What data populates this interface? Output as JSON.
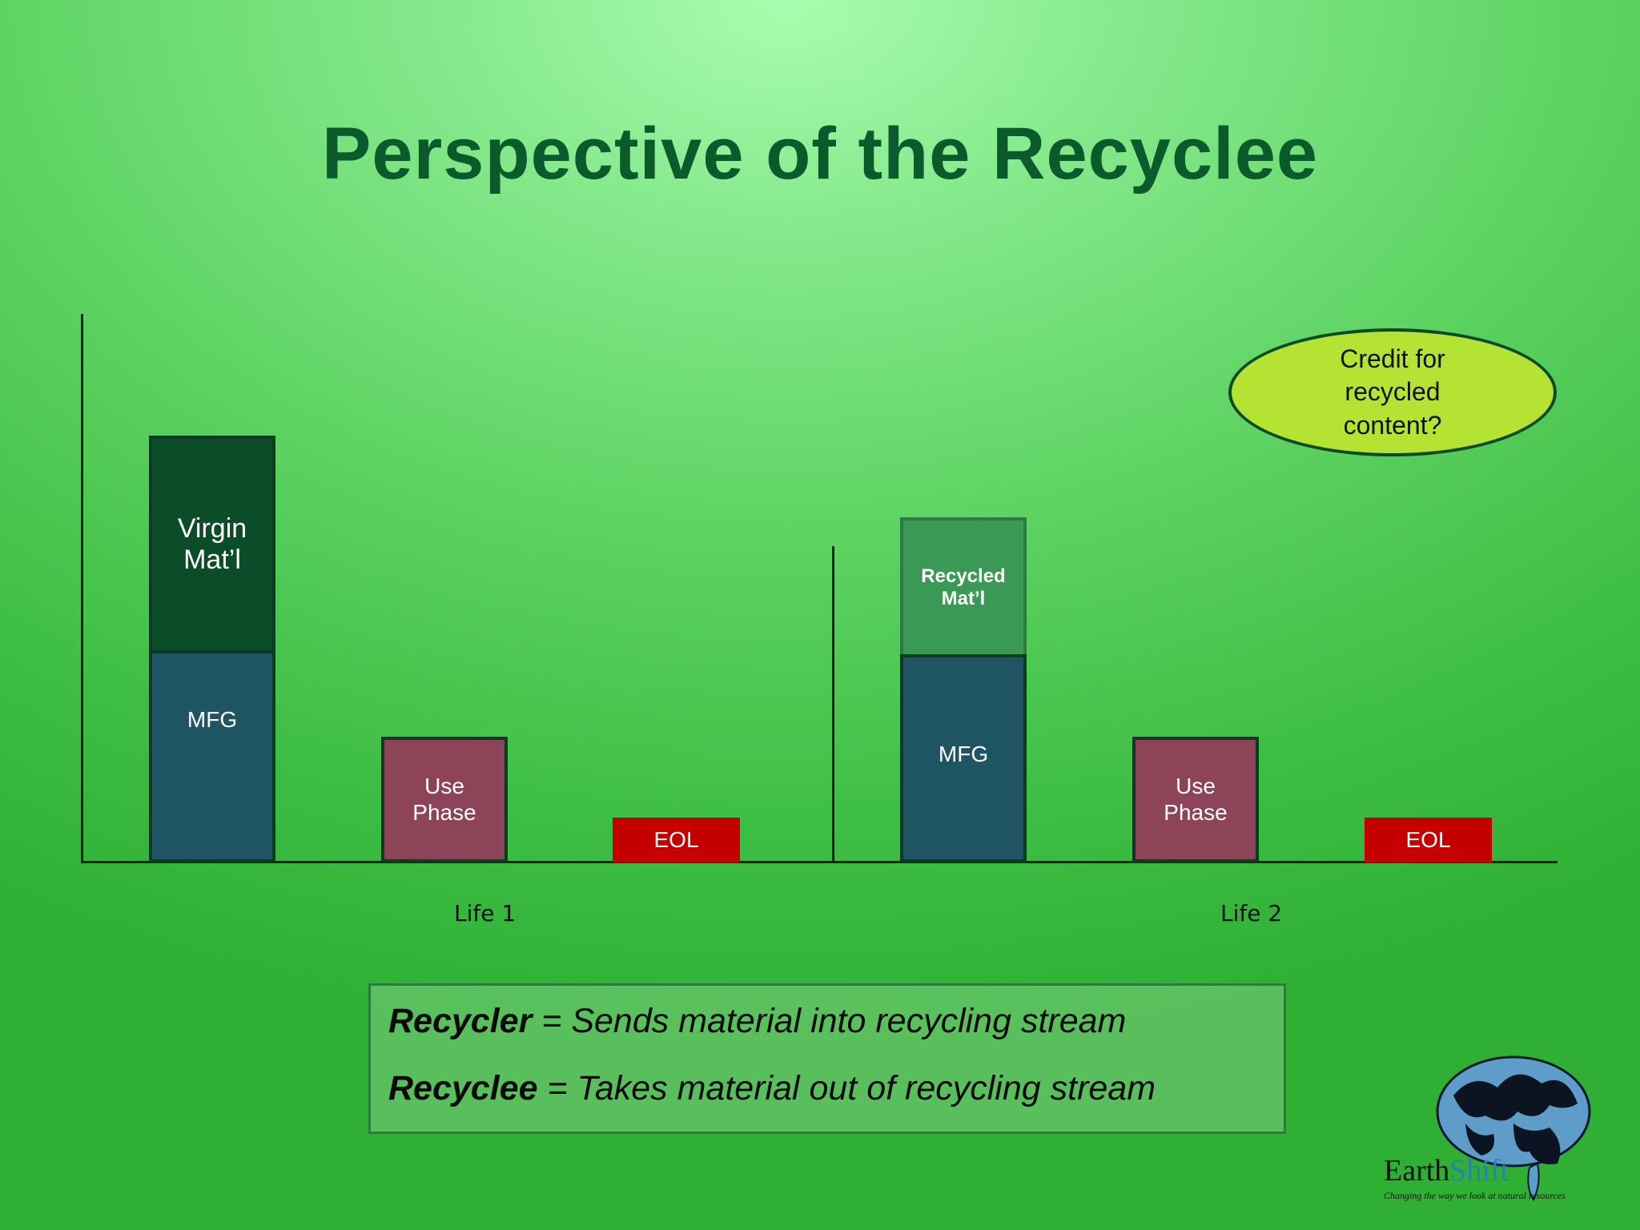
{
  "slide": {
    "title": "Perspective of the Recyclee"
  },
  "diagram": {
    "life1": {
      "label": "Life 1",
      "virgin": "Virgin Mat’l",
      "mfg": "MFG",
      "use": "Use Phase",
      "eol": "EOL"
    },
    "life2": {
      "label": "Life 2",
      "recycled": "Recycled Mat’l",
      "mfg": "MFG",
      "use": "Use Phase",
      "eol": "EOL"
    },
    "callout": "Credit for recycled content?"
  },
  "definitions": {
    "recycler_term": "Recycler",
    "recycler_def": " = Sends material into recycling stream",
    "recyclee_term": "Recyclee",
    "recyclee_def": " = Takes material out of recycling stream"
  },
  "logo": {
    "brand_earth": "Earth",
    "brand_shift": "Shift",
    "tagline": "Changing the way we look at natural resources"
  },
  "colors": {
    "virgin": "#0b4d28",
    "mfg": "#1f5563",
    "use_phase": "#8d4358",
    "eol": "#c40000",
    "recycled": "#3a9a55",
    "callout": "#b4e333",
    "title": "#0a5a2b"
  }
}
